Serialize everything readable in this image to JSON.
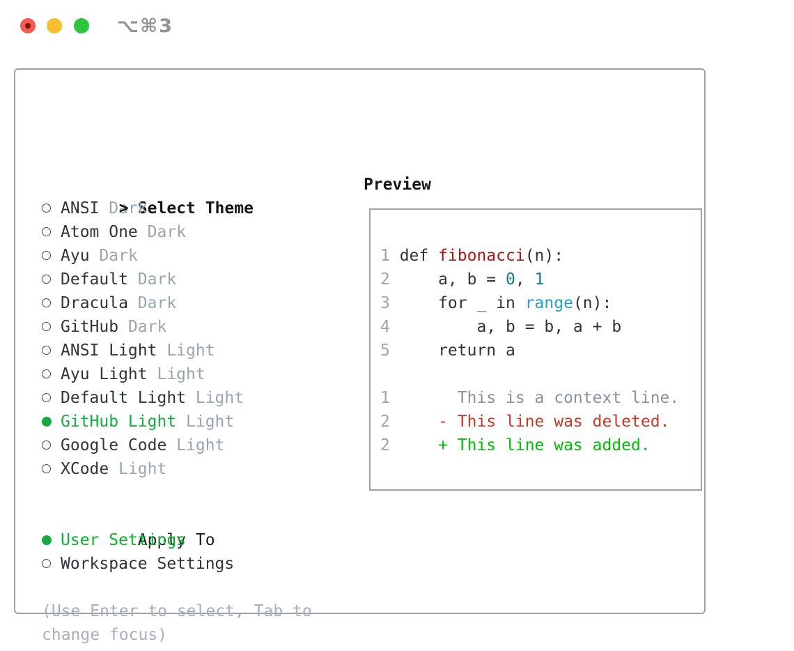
{
  "window": {
    "title_shortcut": "⌥⌘3",
    "traffic_lights": [
      "close-red",
      "minimize-yellow",
      "zoom-green"
    ]
  },
  "theme_panel": {
    "prompt": ">",
    "header": "Select Theme",
    "themes": [
      {
        "name": "ANSI",
        "variant": "Dark",
        "selected": false
      },
      {
        "name": "Atom One",
        "variant": "Dark",
        "selected": false
      },
      {
        "name": "Ayu",
        "variant": "Dark",
        "selected": false
      },
      {
        "name": "Default",
        "variant": "Dark",
        "selected": false
      },
      {
        "name": "Dracula",
        "variant": "Dark",
        "selected": false
      },
      {
        "name": "GitHub",
        "variant": "Dark",
        "selected": false
      },
      {
        "name": "ANSI Light",
        "variant": "Light",
        "selected": false
      },
      {
        "name": "Ayu Light",
        "variant": "Light",
        "selected": false
      },
      {
        "name": "Default Light",
        "variant": "Light",
        "selected": false
      },
      {
        "name": "GitHub Light",
        "variant": "Light",
        "selected": true
      },
      {
        "name": "Google Code",
        "variant": "Light",
        "selected": false
      },
      {
        "name": "XCode",
        "variant": "Light",
        "selected": false
      }
    ],
    "apply_to": {
      "label": "Apply To",
      "options": [
        {
          "name": "User Settings",
          "selected": true
        },
        {
          "name": "Workspace Settings",
          "selected": false
        }
      ]
    },
    "hint_lines": [
      "(Use Enter to select, Tab to",
      "change focus)"
    ]
  },
  "preview": {
    "header": "Preview",
    "lines": [
      {
        "num": "1",
        "segments": [
          {
            "t": "def ",
            "c": "plain"
          },
          {
            "t": "fibonacci",
            "c": "function"
          },
          {
            "t": "(n):",
            "c": "plain"
          }
        ]
      },
      {
        "num": "2",
        "segments": [
          {
            "t": "    a, b = ",
            "c": "plain"
          },
          {
            "t": "0",
            "c": "number"
          },
          {
            "t": ", ",
            "c": "plain"
          },
          {
            "t": "1",
            "c": "number"
          }
        ]
      },
      {
        "num": "3",
        "segments": [
          {
            "t": "    for _ in ",
            "c": "plain"
          },
          {
            "t": "range",
            "c": "builtin"
          },
          {
            "t": "(n):",
            "c": "plain"
          }
        ]
      },
      {
        "num": "4",
        "segments": [
          {
            "t": "        a, b = b, a + b",
            "c": "plain"
          }
        ]
      },
      {
        "num": "5",
        "segments": [
          {
            "t": "    return a",
            "c": "plain"
          }
        ]
      },
      {
        "num": "",
        "segments": []
      },
      {
        "num": "1",
        "segments": [
          {
            "t": "      This is a context line.",
            "c": "context"
          }
        ]
      },
      {
        "num": "2",
        "segments": [
          {
            "t": "    - This line was deleted.",
            "c": "deleted"
          }
        ]
      },
      {
        "num": "2",
        "segments": [
          {
            "t": "    + This line was added.",
            "c": "added"
          }
        ]
      }
    ]
  },
  "colors": {
    "selection_green": "#16ab42",
    "added_green": "#00bd05",
    "deleted_red": "#c43a26",
    "function_red": "#aa1813",
    "number_teal": "#0e7c87",
    "builtin_blue": "#2b9ccd",
    "text_dark": "#2f353c",
    "muted_gray": "#9aa5b1",
    "hint_gray": "#a6afba",
    "border_gray": "#9aa3ad",
    "traffic_red": "#f25a52",
    "traffic_yellow": "#fcbd2f",
    "traffic_green": "#2cc53d"
  }
}
